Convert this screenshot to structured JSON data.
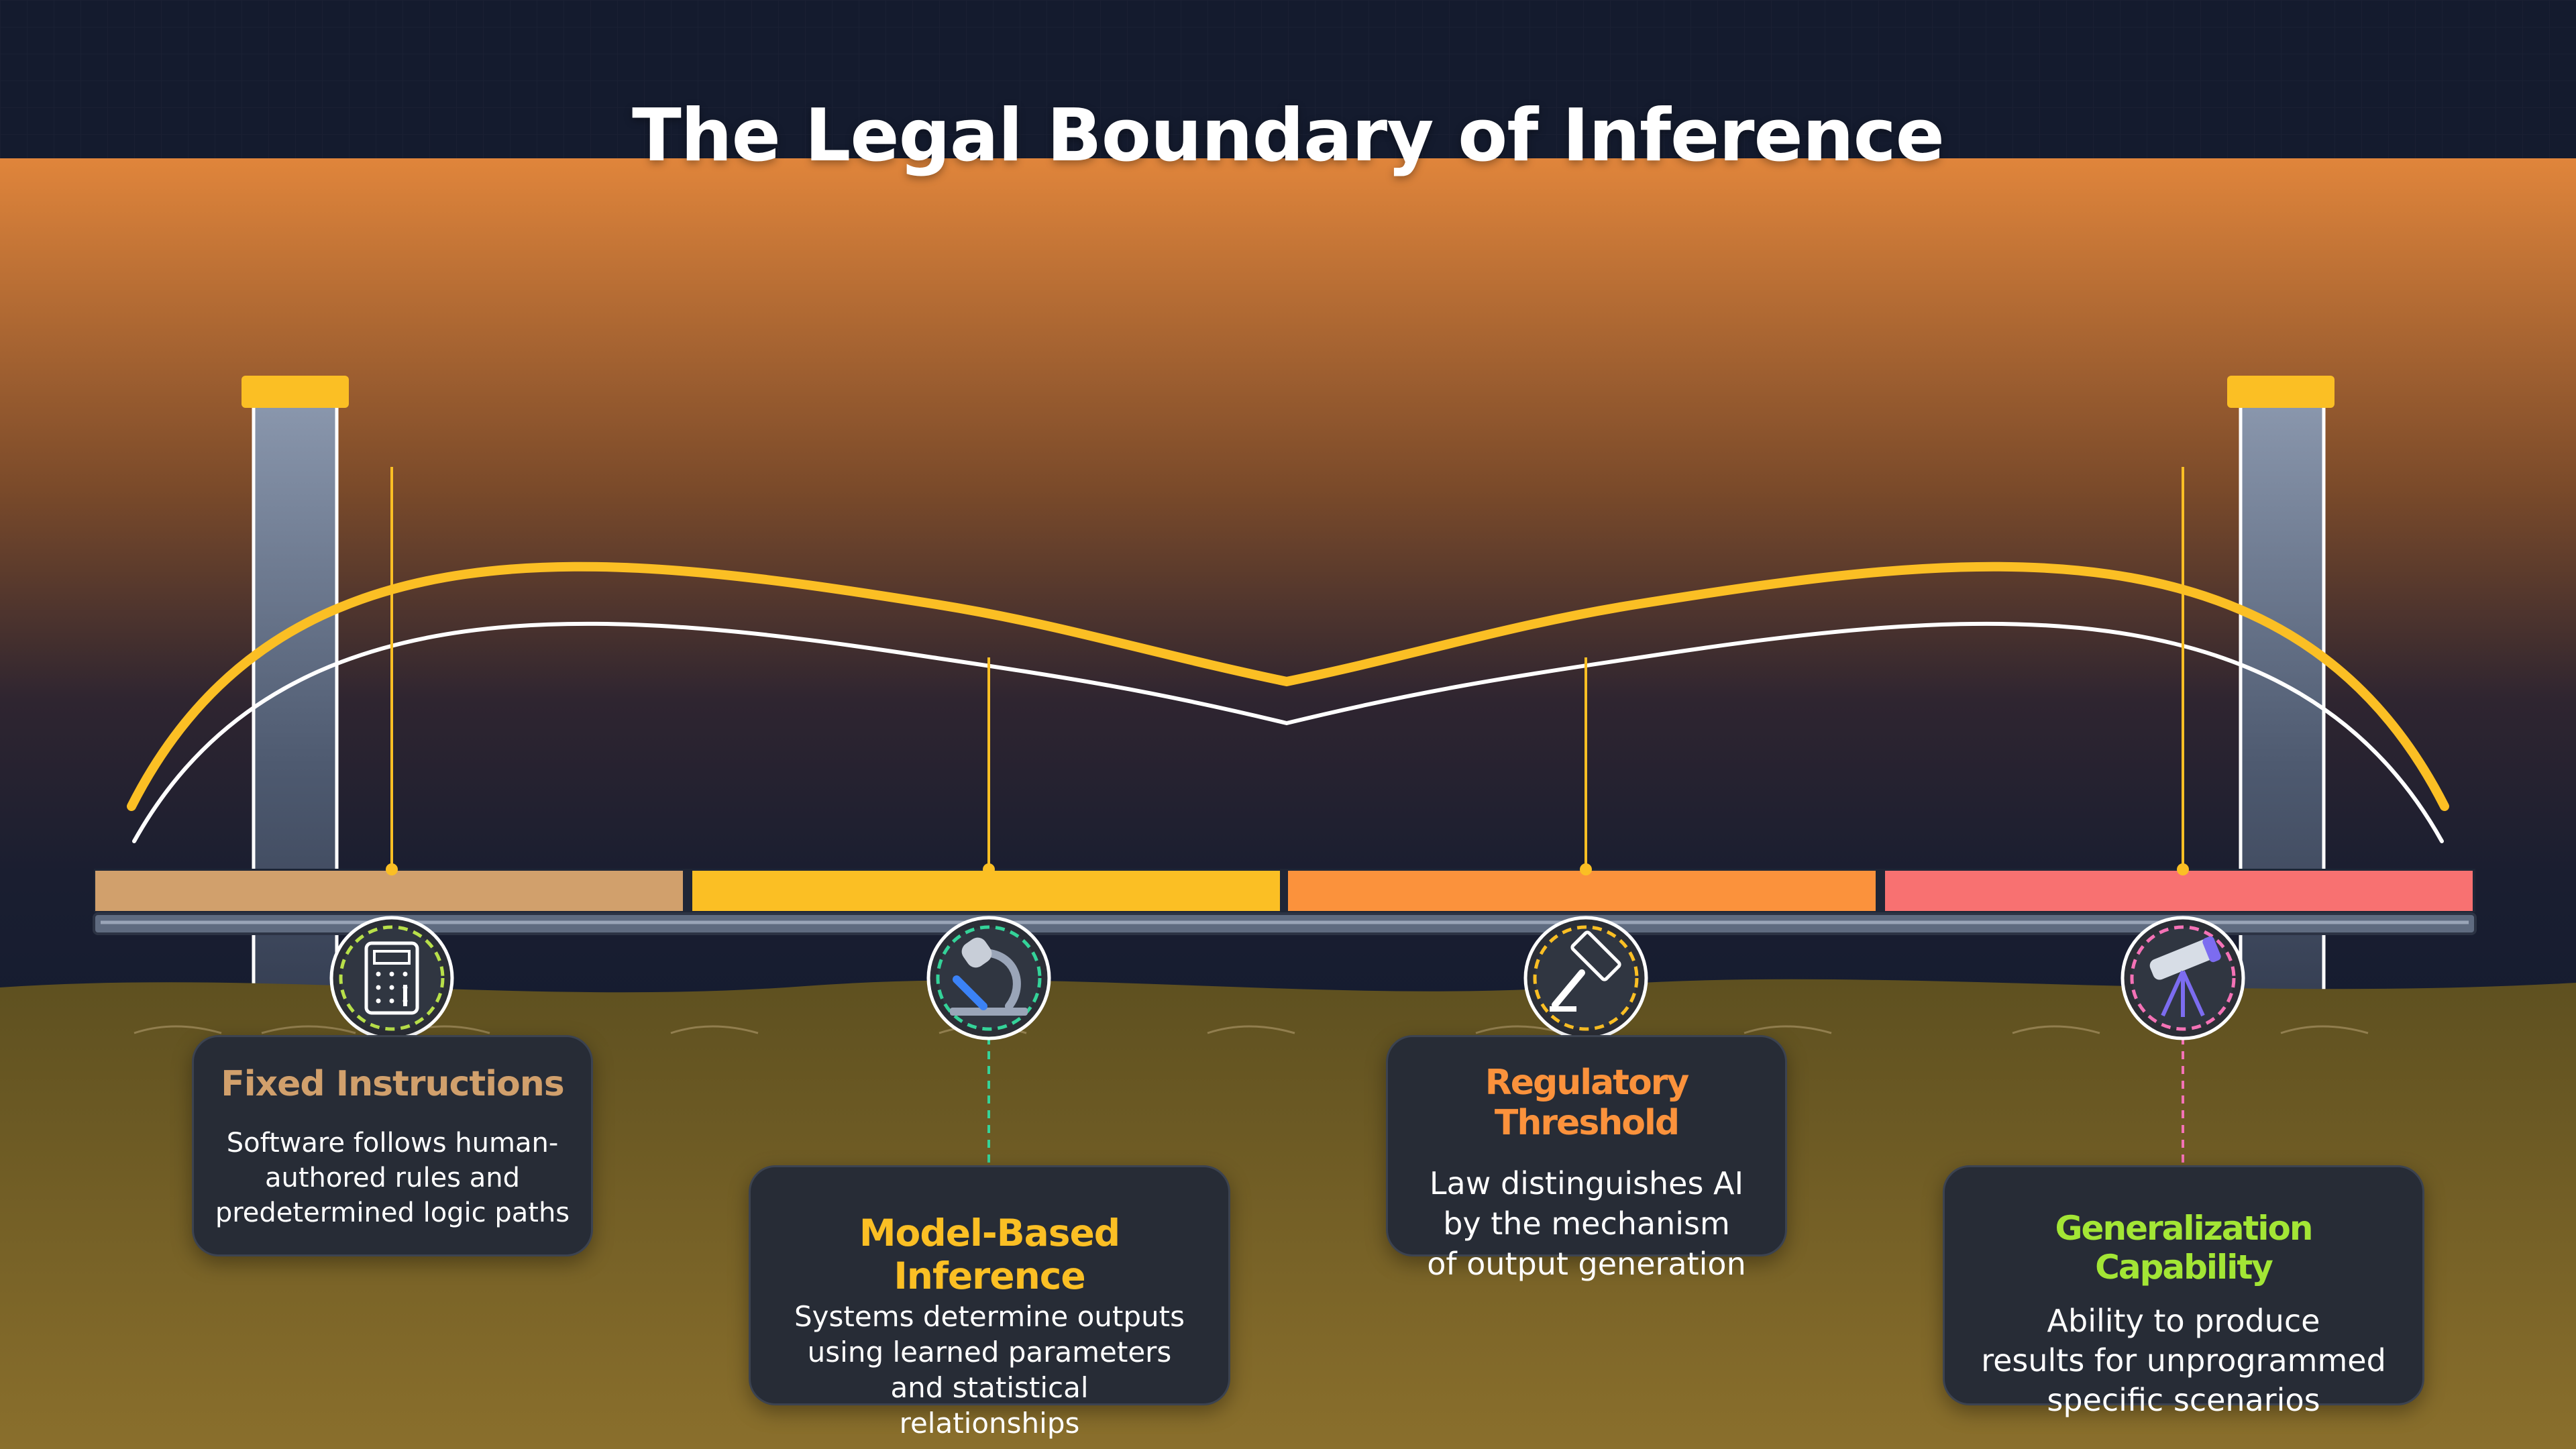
{
  "title": "The Legal Boundary of Inference",
  "stages": [
    {
      "title": "Fixed Instructions",
      "lines": [
        "Software follows human-",
        "authored rules and",
        "predetermined logic paths"
      ],
      "icon": "calculator-icon",
      "color": "#d1a06c",
      "ring": "#b8e04a"
    },
    {
      "title": "Model-Based Inference",
      "lines": [
        "Systems determine outputs",
        "using learned parameters",
        "and statistical",
        "relationships"
      ],
      "icon": "microscope-icon",
      "color": "#fbbf24",
      "ring": "#34d399"
    },
    {
      "title": "Regulatory Threshold",
      "lines": [
        "Law distinguishes AI",
        "by the mechanism",
        "of output generation"
      ],
      "icon": "gavel-icon",
      "color": "#fb923c",
      "ring": "#fbbf24"
    },
    {
      "title": "Generalization Capability",
      "lines": [
        "Ability to produce",
        "results for unprogrammed",
        "specific scenarios"
      ],
      "icon": "telescope-icon",
      "color": "#f87171",
      "ring": "#f472b6",
      "title_color": "#a3e635"
    }
  ]
}
